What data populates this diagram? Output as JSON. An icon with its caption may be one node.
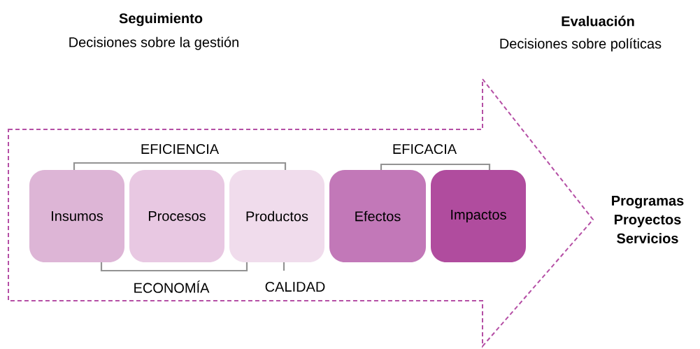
{
  "diagram": {
    "nodes": [
      {
        "text": [
          "Programas Proyectos Servicios"
        ]
      },
      {
        "text": [
          "Insumos"
        ],
        "in": 0
      },
      {
        "text": [
          "Procesos"
        ],
        "in": 0
      },
      {
        "text": [
          "Productos"
        ],
        "in": 0
      },
      {
        "text": [
          "Efectos"
        ],
        "in": 0
      },
      {
        "text": [
          "Impactos"
        ],
        "in": 0
      }
    ],
    "labels": [
      "Seguimiento",
      "Decisiones sobre la gestión",
      "Evaluación",
      "Decisiones sobre políticas",
      "EFICIENCIA",
      "EFICACIA",
      "ECONOMÍA",
      "CALIDAD"
    ]
  }
}
